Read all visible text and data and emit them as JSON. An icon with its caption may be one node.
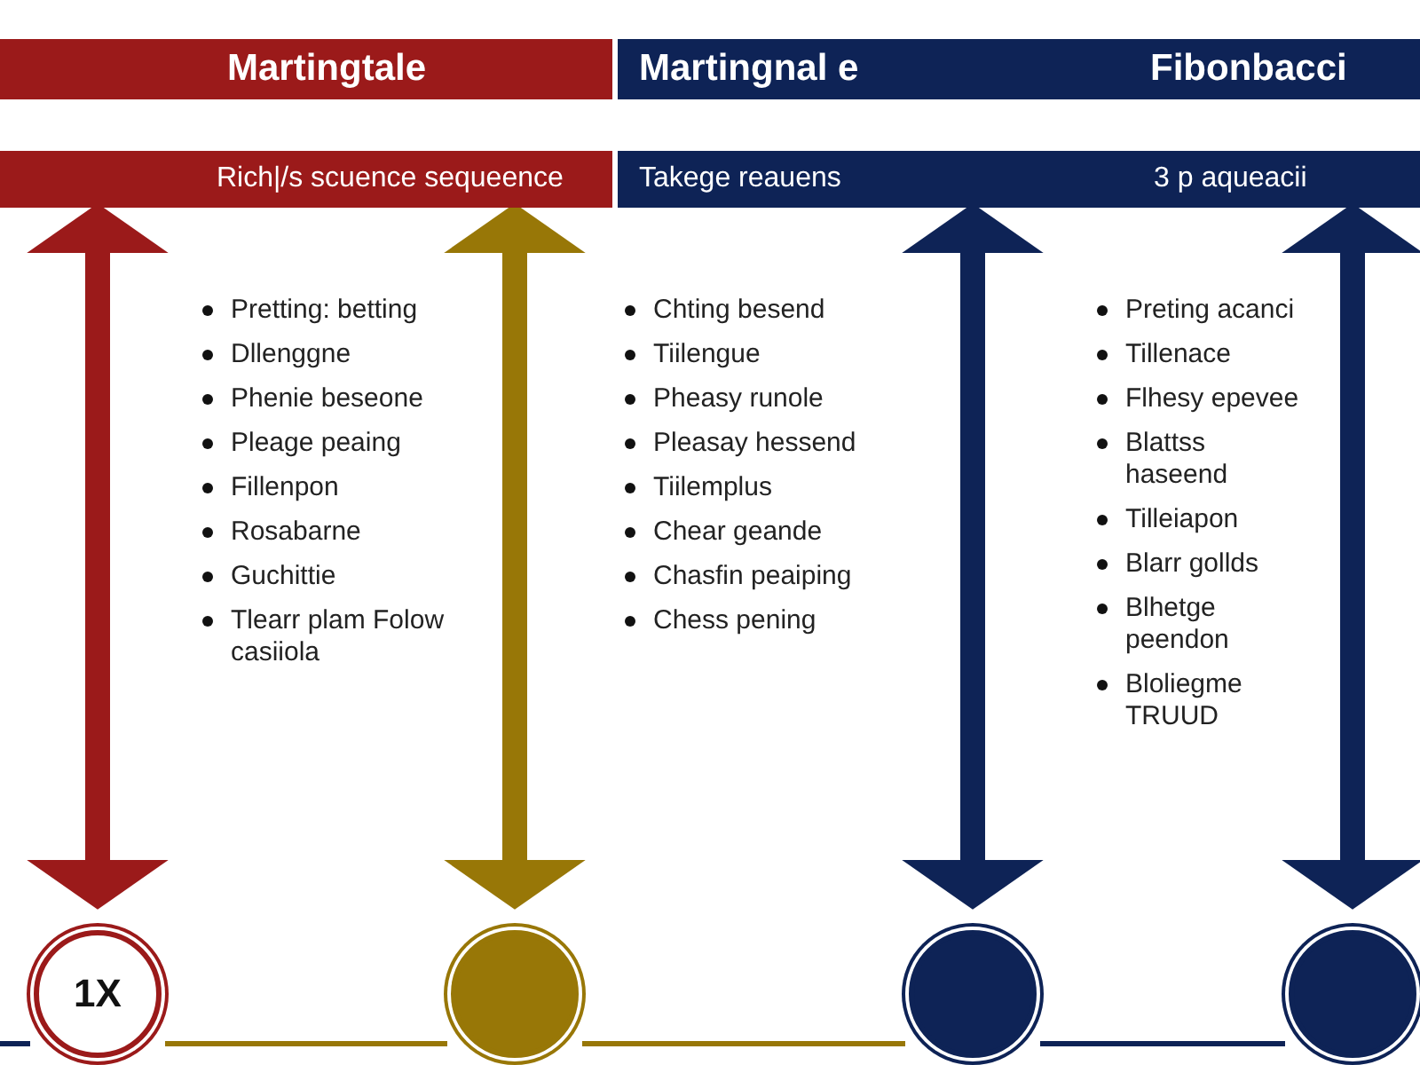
{
  "diagram": {
    "nodes": [
      {
        "text": [
          "Martingtale"
        ]
      },
      {
        "text": [
          "Martingnal e",
          "Fibonbacci"
        ]
      },
      {
        "text": [
          "Rich|/s scuence sequeence"
        ]
      },
      {
        "text": [
          "Takege reauens",
          "3 p aqueacii"
        ]
      },
      {
        "text": [
          "1X"
        ]
      },
      {
        "text": [],
        "shape": "circle"
      },
      {
        "text": [],
        "shape": "circle"
      },
      {
        "text": [],
        "shape": "circle"
      }
    ],
    "edges": [
      {
        "from": 2,
        "to": 4,
        "arrow": "both",
        "style": "thick",
        "color": "#9b1a1a"
      },
      {
        "from": 2,
        "to": 5,
        "arrow": "both",
        "style": "thick",
        "color": "#987707"
      },
      {
        "from": 3,
        "to": 6,
        "arrow": "both",
        "style": "thick",
        "color": "#0e2356"
      },
      {
        "from": 3,
        "to": 7,
        "arrow": "both",
        "style": "thick",
        "color": "#0e2356"
      },
      {
        "from": null,
        "to": 4,
        "arrow": "none",
        "color": "#0e2356"
      },
      {
        "from": 4,
        "to": 5,
        "arrow": "none",
        "color": "#987707"
      },
      {
        "from": 5,
        "to": 6,
        "arrow": "none",
        "color": "#987707"
      },
      {
        "from": 6,
        "to": 7,
        "arrow": "none",
        "color": "#0e2356"
      }
    ],
    "labels": [
      "Pretting: betting",
      "Dllenggne",
      "Phenie beseone",
      "Pleage peaing",
      "Fillenpon",
      "Rosabarne",
      "Guchittie",
      "Tlearr plam Folow casiiola",
      "Chting besend",
      "Tiilengue",
      "Pheasy runole",
      "Pleasay hessend",
      "Tiilemplus",
      "Chear geande",
      "Chasfin peaiping",
      "Chess pening",
      "Preting acanci",
      "Tillenace",
      "Flhesy epevee",
      "Blattss haseend",
      "Tilleiapon",
      "Blarr gollds",
      "Blhetge peendon",
      "Bloliegme TRUUD"
    ]
  }
}
